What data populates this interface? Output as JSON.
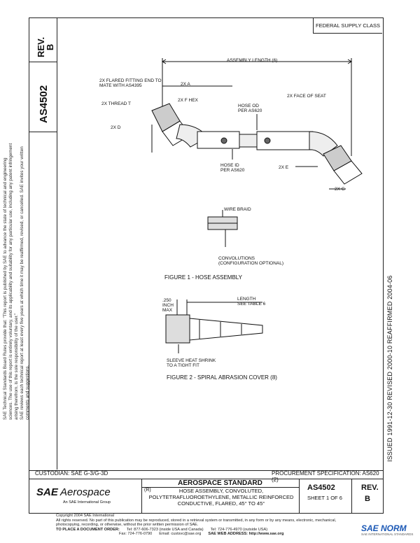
{
  "left_column": {
    "rev_label": "REV.\nB",
    "doc_number": "AS4502"
  },
  "left_note": "SAE Technical Standards Board Rules provide that: \"This report is published by SAE to advance the state of technical and engineering sciences. The use of this report is entirely voluntary, and its applicability and suitability for any particular use, including any patent infringement arising therefrom, is the sole responsibility of the user.\"\nSAE reviews each technical report at least every five years at which time it may be reaffirmed, revised, or cancelled. SAE invites your written comments and suggestions.",
  "federal_supply_class": "FEDERAL SUPPLY CLASS",
  "right_dates": "ISSUED 1991-12-30     REVISED 2000-10     REAFFIRMED 2004-06",
  "figure1": {
    "labels": {
      "assembly_length": "ASSEMBLY LENGTH (6)",
      "flared_fitting": "2X FLARED FITTING END TO\nMATE WITH AS4395",
      "thread": "2X THREAD T",
      "dim_a": "2X A",
      "hex": "2X F HEX",
      "dim_d": "2X D",
      "hose_od": "HOSE OD\nPER AS620",
      "face_seat": "2X FACE OF SEAT",
      "hose_id": "HOSE ID\nPER AS620",
      "dim_e": "2X E",
      "dim_g": "2X G",
      "wire_braid": "WIRE BRAID",
      "convolutions": "CONVOLUTIONS\n(CONFIGURATION OPTIONAL)"
    },
    "caption": "FIGURE 1 - HOSE ASSEMBLY"
  },
  "figure2": {
    "labels": {
      "max_dim": ".250\nINCH\nMAX",
      "length": "LENGTH\nSEE TABLE 6",
      "sleeve": "SLEEVE HEAT SHRINK\nTO A TIGHT FIT"
    },
    "caption": "FIGURE 2 - SPIRAL ABRASION COVER (8)"
  },
  "title_block": {
    "custodian": "CUSTODIAN:  SAE G-3/G-3D",
    "procurement": "PROCUREMENT SPECIFICATION:  AS620 (2)",
    "logo_sae": "SAE",
    "logo_aerospace": "Aerospace",
    "logo_intl": "An SAE International Group",
    "heading": "AEROSPACE STANDARD",
    "registered": "(R)",
    "title": "HOSE ASSEMBLY, CONVOLUTED,\nPOLYTETRAFLUOROETHYLENE, METALLIC REINFORCED\nCONDUCTIVE, FLARED, 45° TO 45°",
    "doc_number": "AS4502",
    "sheet": "SHEET 1 OF 6",
    "rev_label": "REV.",
    "rev_value": "B"
  },
  "footer": {
    "copyright": "Copyright 2004 SAE International",
    "rights": "All rights reserved. No part of this publication may be reproduced, stored in a retrieval system or transmitted, in any form or by any means, electronic, mechanical, photocopying, recording, or otherwise, without the prior written permission of SAE.",
    "order_label": "TO PLACE A DOCUMENT ORDER:",
    "tel1": "Tel:  877-606-7323 (inside USA and Canada)",
    "tel2": "Tel:  724-776-4970 (outside USA)",
    "fax": "Fax: 724-776-0790",
    "email": "Email: custsvc@sae.org",
    "web": "SAE WEB ADDRESS:  http://www.sae.org"
  },
  "brand": {
    "name": "SAE NORM",
    "sub": "SAE INTERNATIONAL STANDARDS"
  }
}
